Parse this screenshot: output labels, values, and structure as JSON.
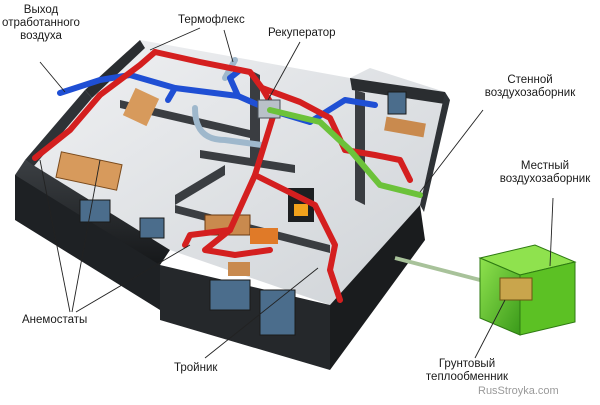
{
  "labels": {
    "exhaust_outlet": [
      "Выход",
      "отработанного",
      "воздуха"
    ],
    "thermoflex": "Термофлекс",
    "recuperator": "Рекуператор",
    "wall_intake": [
      "Стенной",
      "воздухозаборник"
    ],
    "local_intake": [
      "Местный",
      "воздухозаборник"
    ],
    "anemostats": "Анемостаты",
    "tee": "Тройник",
    "ground_exchanger": [
      "Грунтовый",
      "теплообменник"
    ]
  },
  "watermark": "RusStroyka.com",
  "colors": {
    "supply_duct": "#d41f1f",
    "exhaust_duct": "#1f4fd4",
    "flex_duct": "#9fb8cc",
    "fresh_air_duct": "#6cc23a",
    "ground_box": "#6fd12f",
    "wall": "#2a2d30",
    "floor": "#e4e6e8"
  }
}
